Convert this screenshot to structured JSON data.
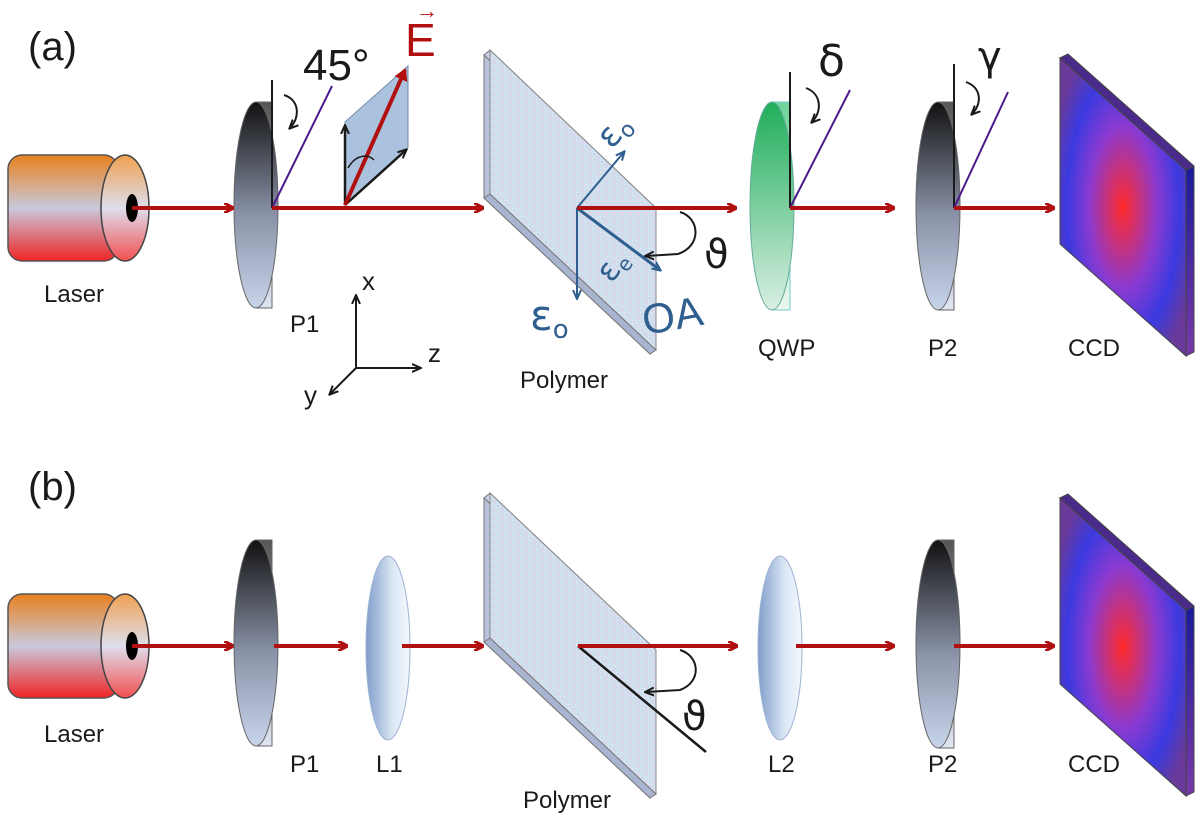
{
  "panels": {
    "a": {
      "tag": "(a)",
      "laser": "Laser",
      "p1": "P1",
      "polymer": "Polymer",
      "qwp": "QWP",
      "p2": "P2",
      "ccd": "CCD",
      "angle_45": "45°",
      "field": "E",
      "field_vec": "→",
      "delta": "δ",
      "gamma": "γ",
      "theta": "ϑ",
      "eps_o": "ε",
      "sub_o": "o",
      "eps_e": "ε",
      "sub_e": "e",
      "optic_axis": "OA",
      "axis_x": "x",
      "axis_y": "y",
      "axis_z": "z"
    },
    "b": {
      "tag": "(b)",
      "laser": "Laser",
      "p1": "P1",
      "l1": "L1",
      "polymer": "Polymer",
      "l2": "L2",
      "p2": "P2",
      "ccd": "CCD",
      "theta": "ϑ"
    }
  },
  "colors": {
    "beam": "#b01010",
    "polarizer_line": "#4b1a8a",
    "tensor_axes": "#2f5f8f",
    "laser_top": "#e8801e",
    "laser_bottom": "#ee2424",
    "qwp": "#2fbf6a",
    "ccd_edge": "#1a1aa8",
    "ccd_center": "#ff2a2a"
  }
}
